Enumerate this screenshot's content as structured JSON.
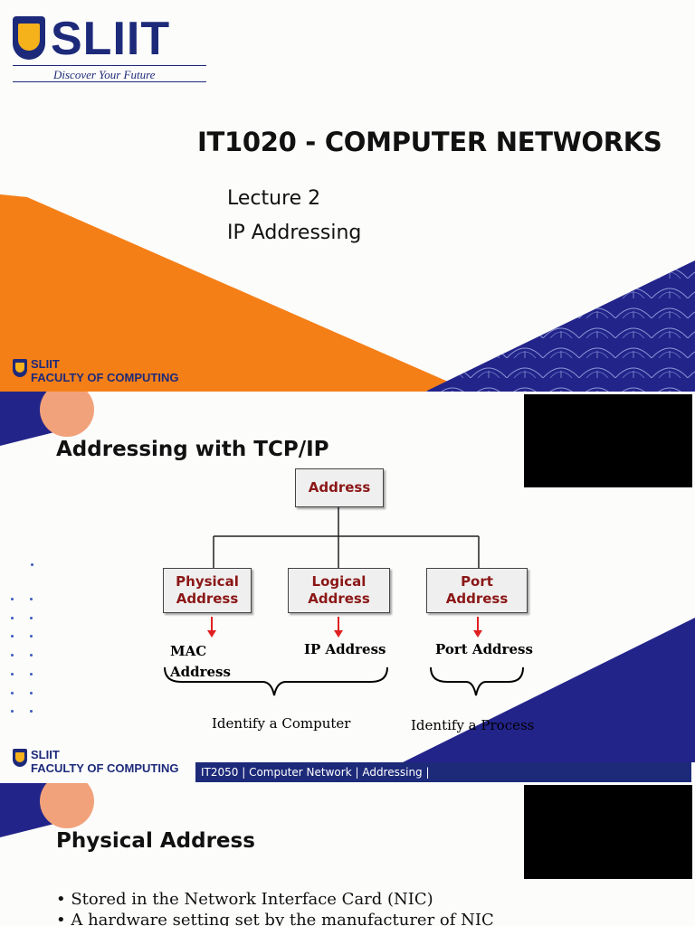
{
  "slide1": {
    "logo": {
      "word": "SLIIT",
      "tagline": "Discover Your Future"
    },
    "title": "IT1020 - COMPUTER NETWORKS",
    "lecture": "Lecture 2",
    "topic": "IP Addressing",
    "footer": {
      "line1": "SLIIT",
      "line2": "FACULTY OF COMPUTING"
    }
  },
  "slide2": {
    "title": "Addressing with TCP/IP",
    "root": "Address",
    "nodes": [
      {
        "line1": "Physical",
        "line2": "Address"
      },
      {
        "line1": "Logical",
        "line2": "Address"
      },
      {
        "line1": "Port",
        "line2": "Address"
      }
    ],
    "leaves": {
      "mac_line1": "MAC",
      "mac_line2": "Address",
      "ip": "IP Address",
      "port": "Port Address"
    },
    "captions": {
      "computer": "Identify a Computer",
      "process": "Identify a Process"
    },
    "footer": {
      "line1": "SLIIT",
      "line2": "FACULTY OF COMPUTING",
      "bar": "IT2050 | Computer Network | Addressing |"
    }
  },
  "slide3": {
    "title": "Physical Address",
    "bullets": [
      "Stored in the Network Interface Card (NIC)",
      "A hardware setting set by the manufacturer of NIC"
    ]
  },
  "colors": {
    "navy": "#1d2a7a",
    "orange": "#f57f17",
    "gold": "#f6b21b",
    "node_text": "#8b1717",
    "arrow": "#e02020"
  }
}
